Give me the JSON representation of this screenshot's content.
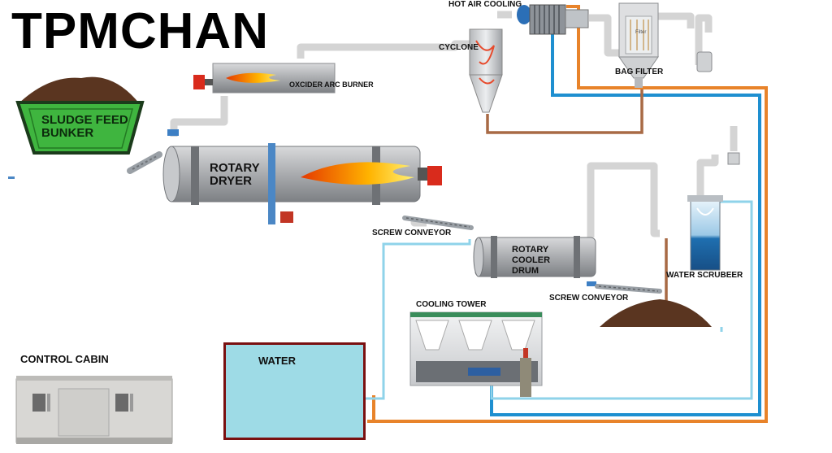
{
  "brand": "TPMCHAN",
  "labels": {
    "sludge_feed_bunker_line1": "SLUDGE FEED",
    "sludge_feed_bunker_line2": "BUNKER",
    "oxcider_arc_burner": "OXCIDER ARC BURNER",
    "rotary_dryer_line1": "ROTARY",
    "rotary_dryer_line2": "DRYER",
    "hot_air_cooling": "HOT AIR COOLING",
    "cyclone": "CYCLONE",
    "bag_filter": "BAG FILTER",
    "filter_tag": "Filter",
    "screw_conveyor_1": "SCREW CONVEYOR",
    "rotary_cooler_line1": "ROTARY",
    "rotary_cooler_line2": "COOLER",
    "rotary_cooler_line3": "DRUM",
    "screw_conveyor_2": "SCREW CONVEYOR",
    "water_scrubber": "WATER SCRUBEER",
    "cooling_tower": "COOLING TOWER",
    "water": "WATER",
    "control_cabin": "CONTROL CABIN"
  },
  "colors": {
    "pipe_orange": "#e8832a",
    "pipe_blue": "#1e8fd0",
    "pipe_lightblue": "#8fd3ea",
    "pipe_brown": "#a86a45",
    "duct_gray": "#d9d9d9",
    "drum_gray": "#a9abae",
    "bunker_green": "#3fb53f",
    "sludge_brown": "#5a3520",
    "burner_red": "#d92b1c",
    "water_fill": "#9edbe6",
    "water_border": "#7a1010"
  }
}
